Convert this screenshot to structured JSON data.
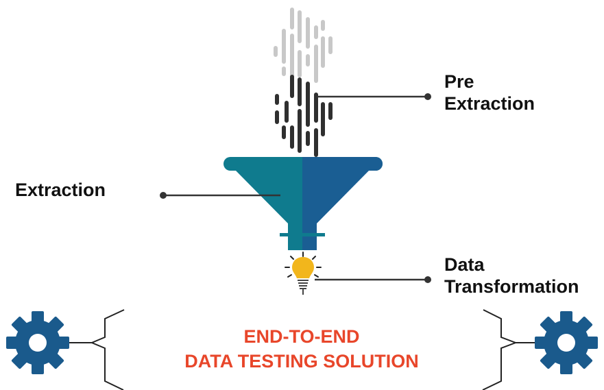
{
  "labels": {
    "pre_extraction_line1": "Pre",
    "pre_extraction_line2": "Extraction",
    "extraction": "Extraction",
    "data_transformation_line1": "Data",
    "data_transformation_line2": "Transformation"
  },
  "solution": {
    "line1": "END-TO-END",
    "line2": "DATA TESTING SOLUTION"
  },
  "colors": {
    "funnel_teal": "#0f7b8e",
    "funnel_blue": "#1a5e93",
    "gear_blue": "#1a5a8c",
    "title_red": "#e8462a",
    "bulb_yellow": "#f2b61c",
    "data_dark": "#2f2f2f",
    "data_light": "#c8c8c8"
  },
  "icons": [
    "gear-icon",
    "lightbulb-icon",
    "funnel-icon"
  ]
}
